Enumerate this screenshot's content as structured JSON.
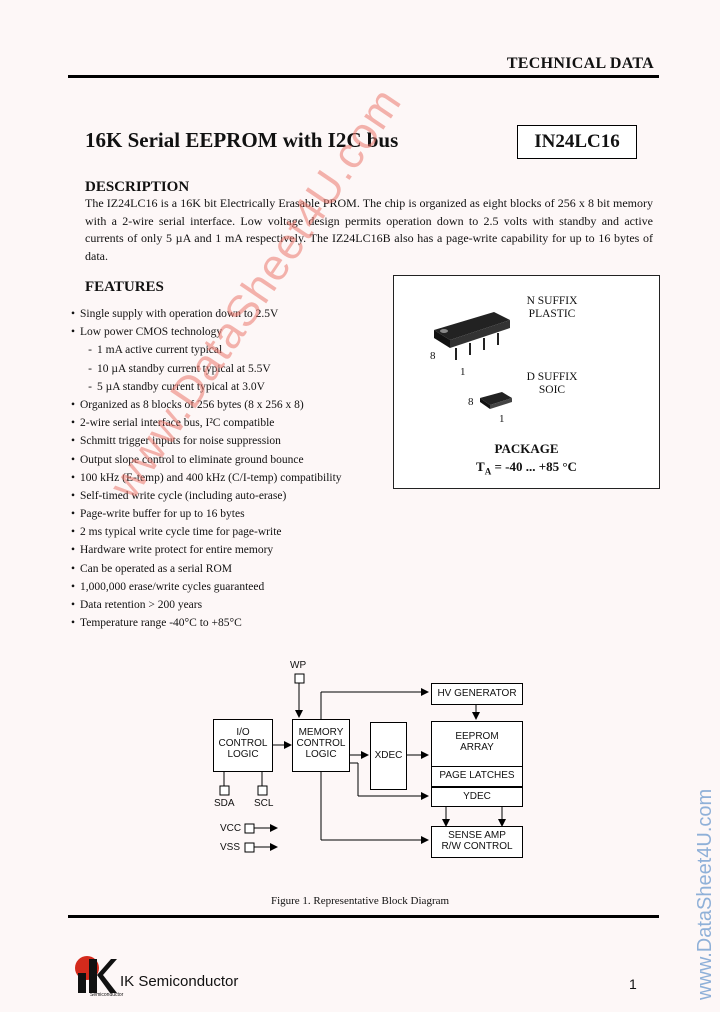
{
  "header": {
    "label": "TECHNICAL DATA"
  },
  "title": "16K Serial EEPROM with I2C bus",
  "part_number": "IN24LC16",
  "description": {
    "heading": "DESCRIPTION",
    "text": "The IZ24LC16 is a 16K bit Electrically Erasable PROM. The chip is organized as eight blocks of 256 x 8 bit memory with a 2-wire serial interface. Low voltage design permits operation down to 2.5 volts with standby and active currents of only 5 µA and 1 mA respectively. The IZ24LC16B also has a page-write capability for up to 16 bytes of data."
  },
  "features": {
    "heading": "FEATURES",
    "items": [
      {
        "mark": "•",
        "text": "Single supply with operation down to 2.5V"
      },
      {
        "mark": "•",
        "text": "Low power CMOS technology"
      },
      {
        "mark": "-",
        "text": "1 mA active current typical"
      },
      {
        "mark": "-",
        "text": "10 µA standby current typical at 5.5V"
      },
      {
        "mark": "-",
        "text": "5 µA standby current typical at 3.0V"
      },
      {
        "mark": "•",
        "text": "Organized as 8 blocks of 256 bytes (8 x 256 x 8)"
      },
      {
        "mark": "•",
        "text": "2-wire serial interface bus, I²C compatible"
      },
      {
        "mark": "•",
        "text": "Schmitt trigger inputs for noise suppression"
      },
      {
        "mark": "•",
        "text": "Output slope control to eliminate ground bounce"
      },
      {
        "mark": "•",
        "text": "100 kHz (E-temp) and 400 kHz (C/I-temp) compatibility"
      },
      {
        "mark": "•",
        "text": "Self-timed write cycle (including auto-erase)"
      },
      {
        "mark": "•",
        "text": "Page-write buffer for up to 16 bytes"
      },
      {
        "mark": "•",
        "text": "2 ms typical write cycle time for page-write"
      },
      {
        "mark": "•",
        "text": "Hardware write protect for entire memory"
      },
      {
        "mark": "•",
        "text": "Can be operated as a serial ROM"
      },
      {
        "mark": "•",
        "text": "1,000,000 erase/write cycles guaranteed"
      },
      {
        "mark": "•",
        "text": "Data retention > 200 years"
      },
      {
        "mark": "•",
        "text": "Temperature range -40°C to +85°C"
      }
    ]
  },
  "package": {
    "n_suffix": "N SUFFIX",
    "n_type": "PLASTIC",
    "d_suffix": "D SUFFIX",
    "d_type": "SOIC",
    "pin8_n": "8",
    "pin1_n": "1",
    "pin8_d": "8",
    "pin1_d": "1",
    "heading": "PACKAGE",
    "temp_label": "T",
    "temp_sub": "A",
    "temp_value": " = -40 ... +85 °C"
  },
  "diagram": {
    "wp": "WP",
    "hv_generator": "HV GENERATOR",
    "io_line1": "I/O",
    "io_line2": "CONTROL",
    "io_line3": "LOGIC",
    "mem_line1": "MEMORY",
    "mem_line2": "CONTROL",
    "mem_line3": "LOGIC",
    "xdec": "XDEC",
    "eeprom_line1": "EEPROM",
    "eeprom_line2": "ARRAY",
    "page_latches": "PAGE LATCHES",
    "ydec": "YDEC",
    "sense_line1": "SENSE AMP",
    "sense_line2": "R/W CONTROL",
    "sda": "SDA",
    "scl": "SCL",
    "vcc": "VCC",
    "vss": "VSS"
  },
  "caption": "Figure 1. Representative Block Diagram",
  "footer": {
    "company": "IK Semiconductor",
    "logo_text": "Semiconductor",
    "page": "1"
  },
  "watermark": "www.DataSheet4U.com",
  "side_watermark": "www.DataSheet4U.com",
  "colors": {
    "watermark": "#eb786e",
    "side_watermark": "#8fb0d8",
    "logo_red": "#d42a1c"
  }
}
